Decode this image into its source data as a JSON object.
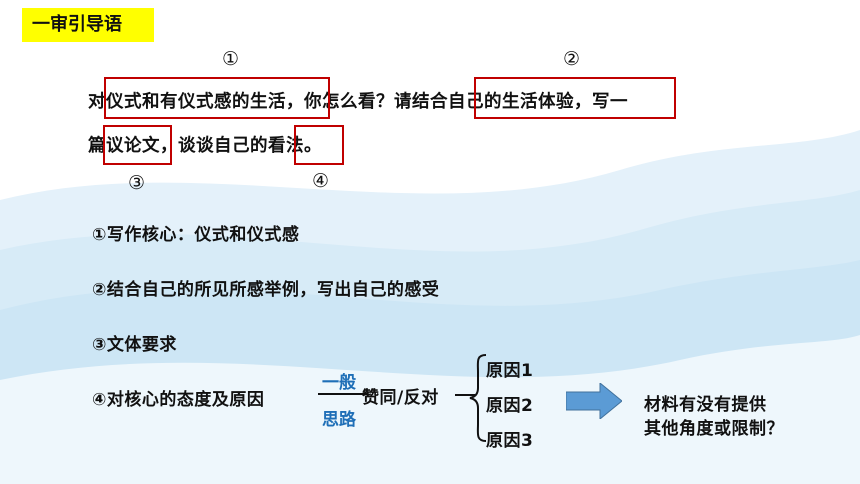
{
  "section_title": "一审引导语",
  "markers": [
    "①",
    "②",
    "③",
    "④"
  ],
  "prompt": {
    "line1_pre": "对",
    "line1_box1": "仪式和有仪式感的生活",
    "line1_mid": "，你怎么看？请",
    "line1_box2": "结合自己的生活体验",
    "line1_post": "，写一",
    "line2_pre": "篇",
    "line2_box3": "议论文",
    "line2_mid": "，谈谈自己的",
    "line2_box4": "看法",
    "line2_post": "。"
  },
  "points": [
    "①写作核心：仪式和仪式感",
    "②结合自己的所见所感举例，写出自己的感受",
    "③文体要求",
    "④对核心的态度及原因"
  ],
  "diagram": {
    "top_label": "一般",
    "bottom_label": "思路",
    "stance": "赞同/反对",
    "reasons": [
      "原因1",
      "原因2",
      "原因3"
    ],
    "question_line1": "材料有没有提供",
    "question_line2": "其他角度或限制？"
  },
  "colors": {
    "highlight": "#ffff00",
    "box_border": "#c00000",
    "accent_blue": "#1f6fb7",
    "arrow": "#5b9bd5"
  }
}
